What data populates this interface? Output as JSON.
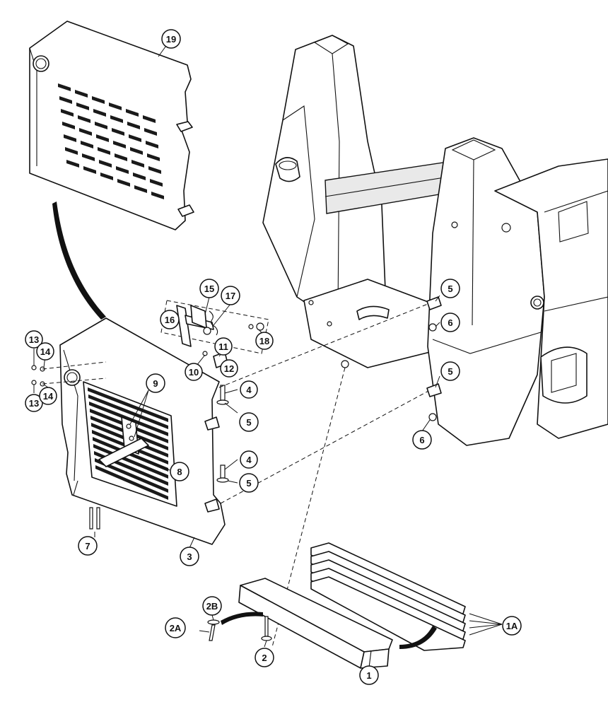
{
  "callouts": [
    "19",
    "16",
    "15",
    "17",
    "18",
    "11",
    "12",
    "10",
    "13",
    "14",
    "13",
    "14",
    "9",
    "4",
    "5",
    "4",
    "5",
    "8",
    "7",
    "3",
    "5",
    "6",
    "5",
    "6",
    "2B",
    "2A",
    "2",
    "1",
    "1A"
  ]
}
